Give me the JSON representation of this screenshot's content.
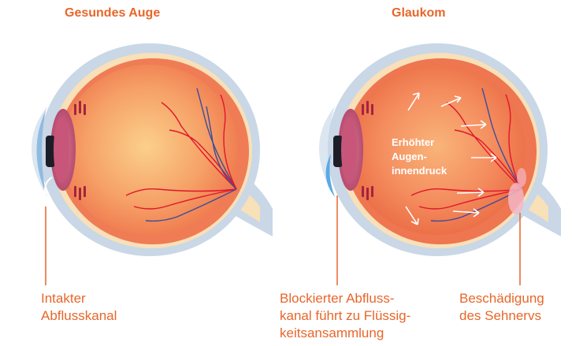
{
  "panels": [
    {
      "title": "Gesundes Auge"
    },
    {
      "title": "Glaukom"
    }
  ],
  "labels": {
    "intact_channel": "Intakter\nAbflusskanal",
    "pressure": "Erhöhter\nAugen-\ninnendruck",
    "blocked_channel": "Blockierter Abfluss-\nkanal führt zu Flüssig-\nkeitsansammlung",
    "nerve_damage": "Beschädigung\ndes Sehnervs"
  },
  "colors": {
    "accent": "#e8662a",
    "sclera": "#c9d7e6",
    "eyeball": "#f27b54",
    "inner_glow": "#f9c27e",
    "vessel_red": "#e0162b",
    "vessel_blue": "#3b4c9a",
    "cornea_fluid": "#5aa9e6"
  }
}
